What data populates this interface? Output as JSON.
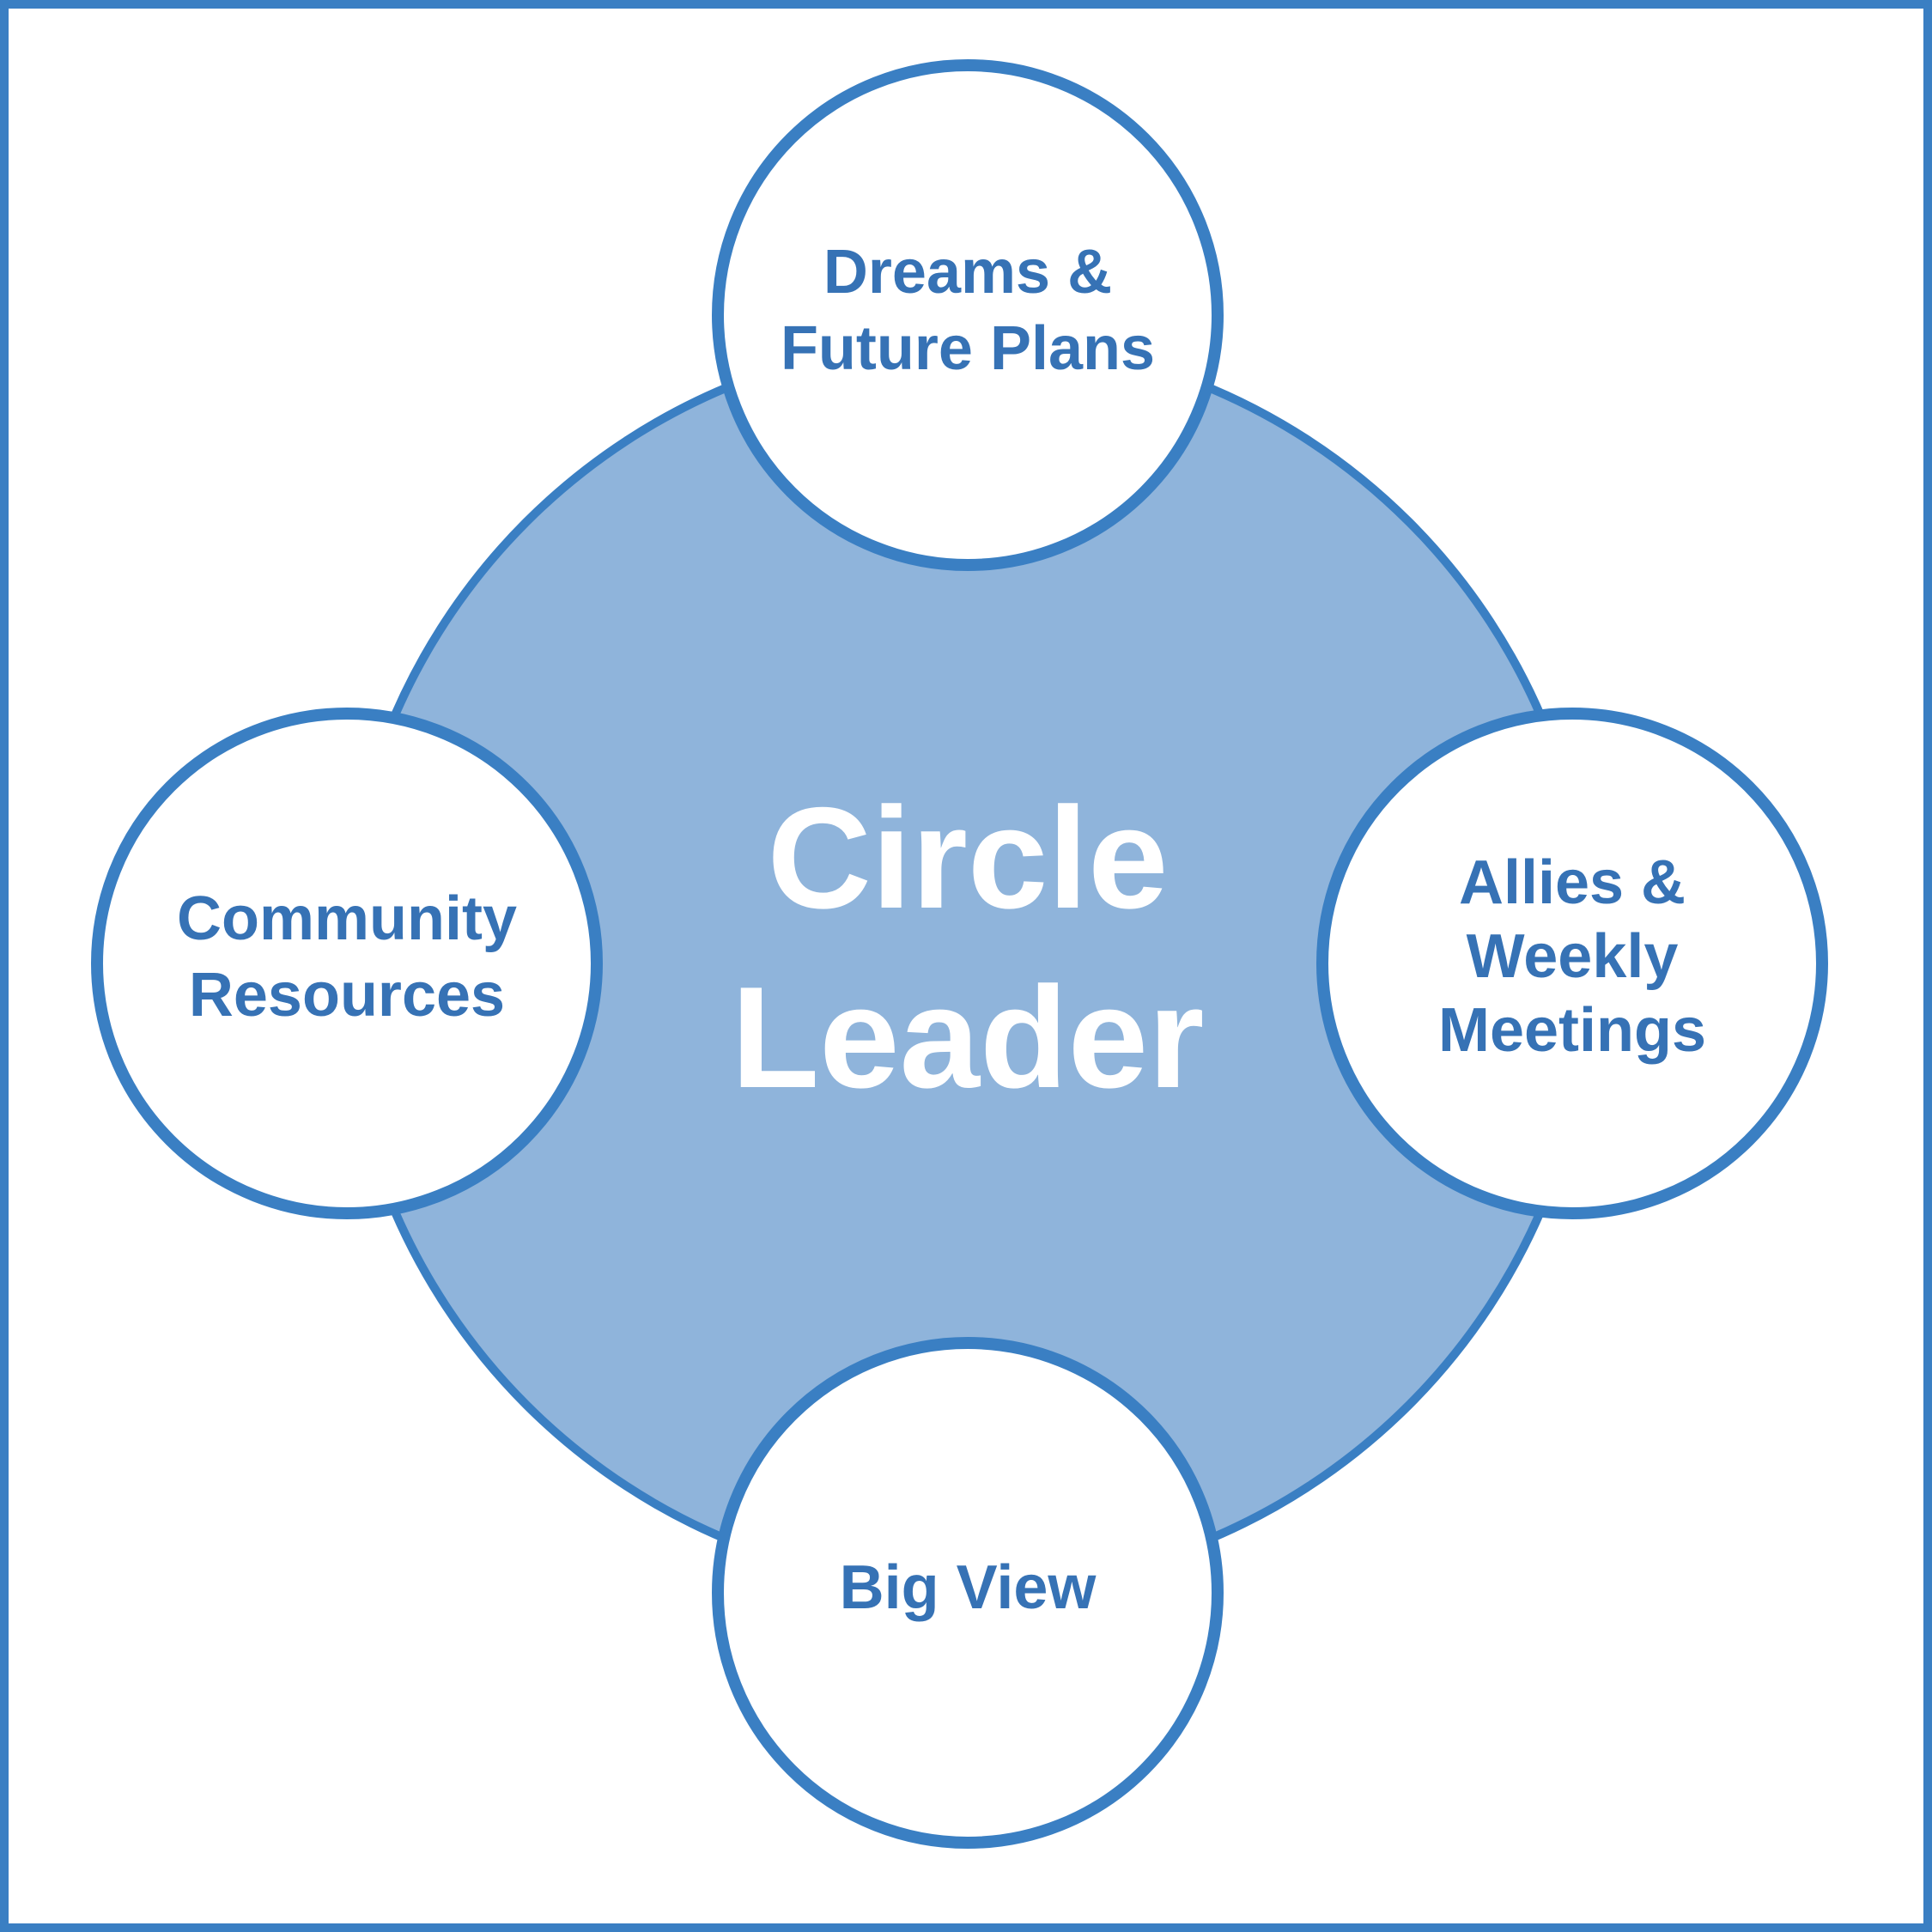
{
  "colors": {
    "border": "#3a7fc3",
    "center_fill": "#8fb4db",
    "center_text": "#ffffff",
    "node_fill": "#ffffff",
    "node_text": "#3672b5"
  },
  "center": {
    "lines": [
      "Circle",
      "Leader"
    ]
  },
  "nodes": {
    "top": {
      "lines": [
        "Dreams &",
        "Future Plans"
      ]
    },
    "right": {
      "lines": [
        "Allies &",
        "Weekly",
        "Meetings"
      ]
    },
    "bottom": {
      "lines": [
        "Big View"
      ]
    },
    "left": {
      "lines": [
        "Community",
        "Resources"
      ]
    }
  }
}
